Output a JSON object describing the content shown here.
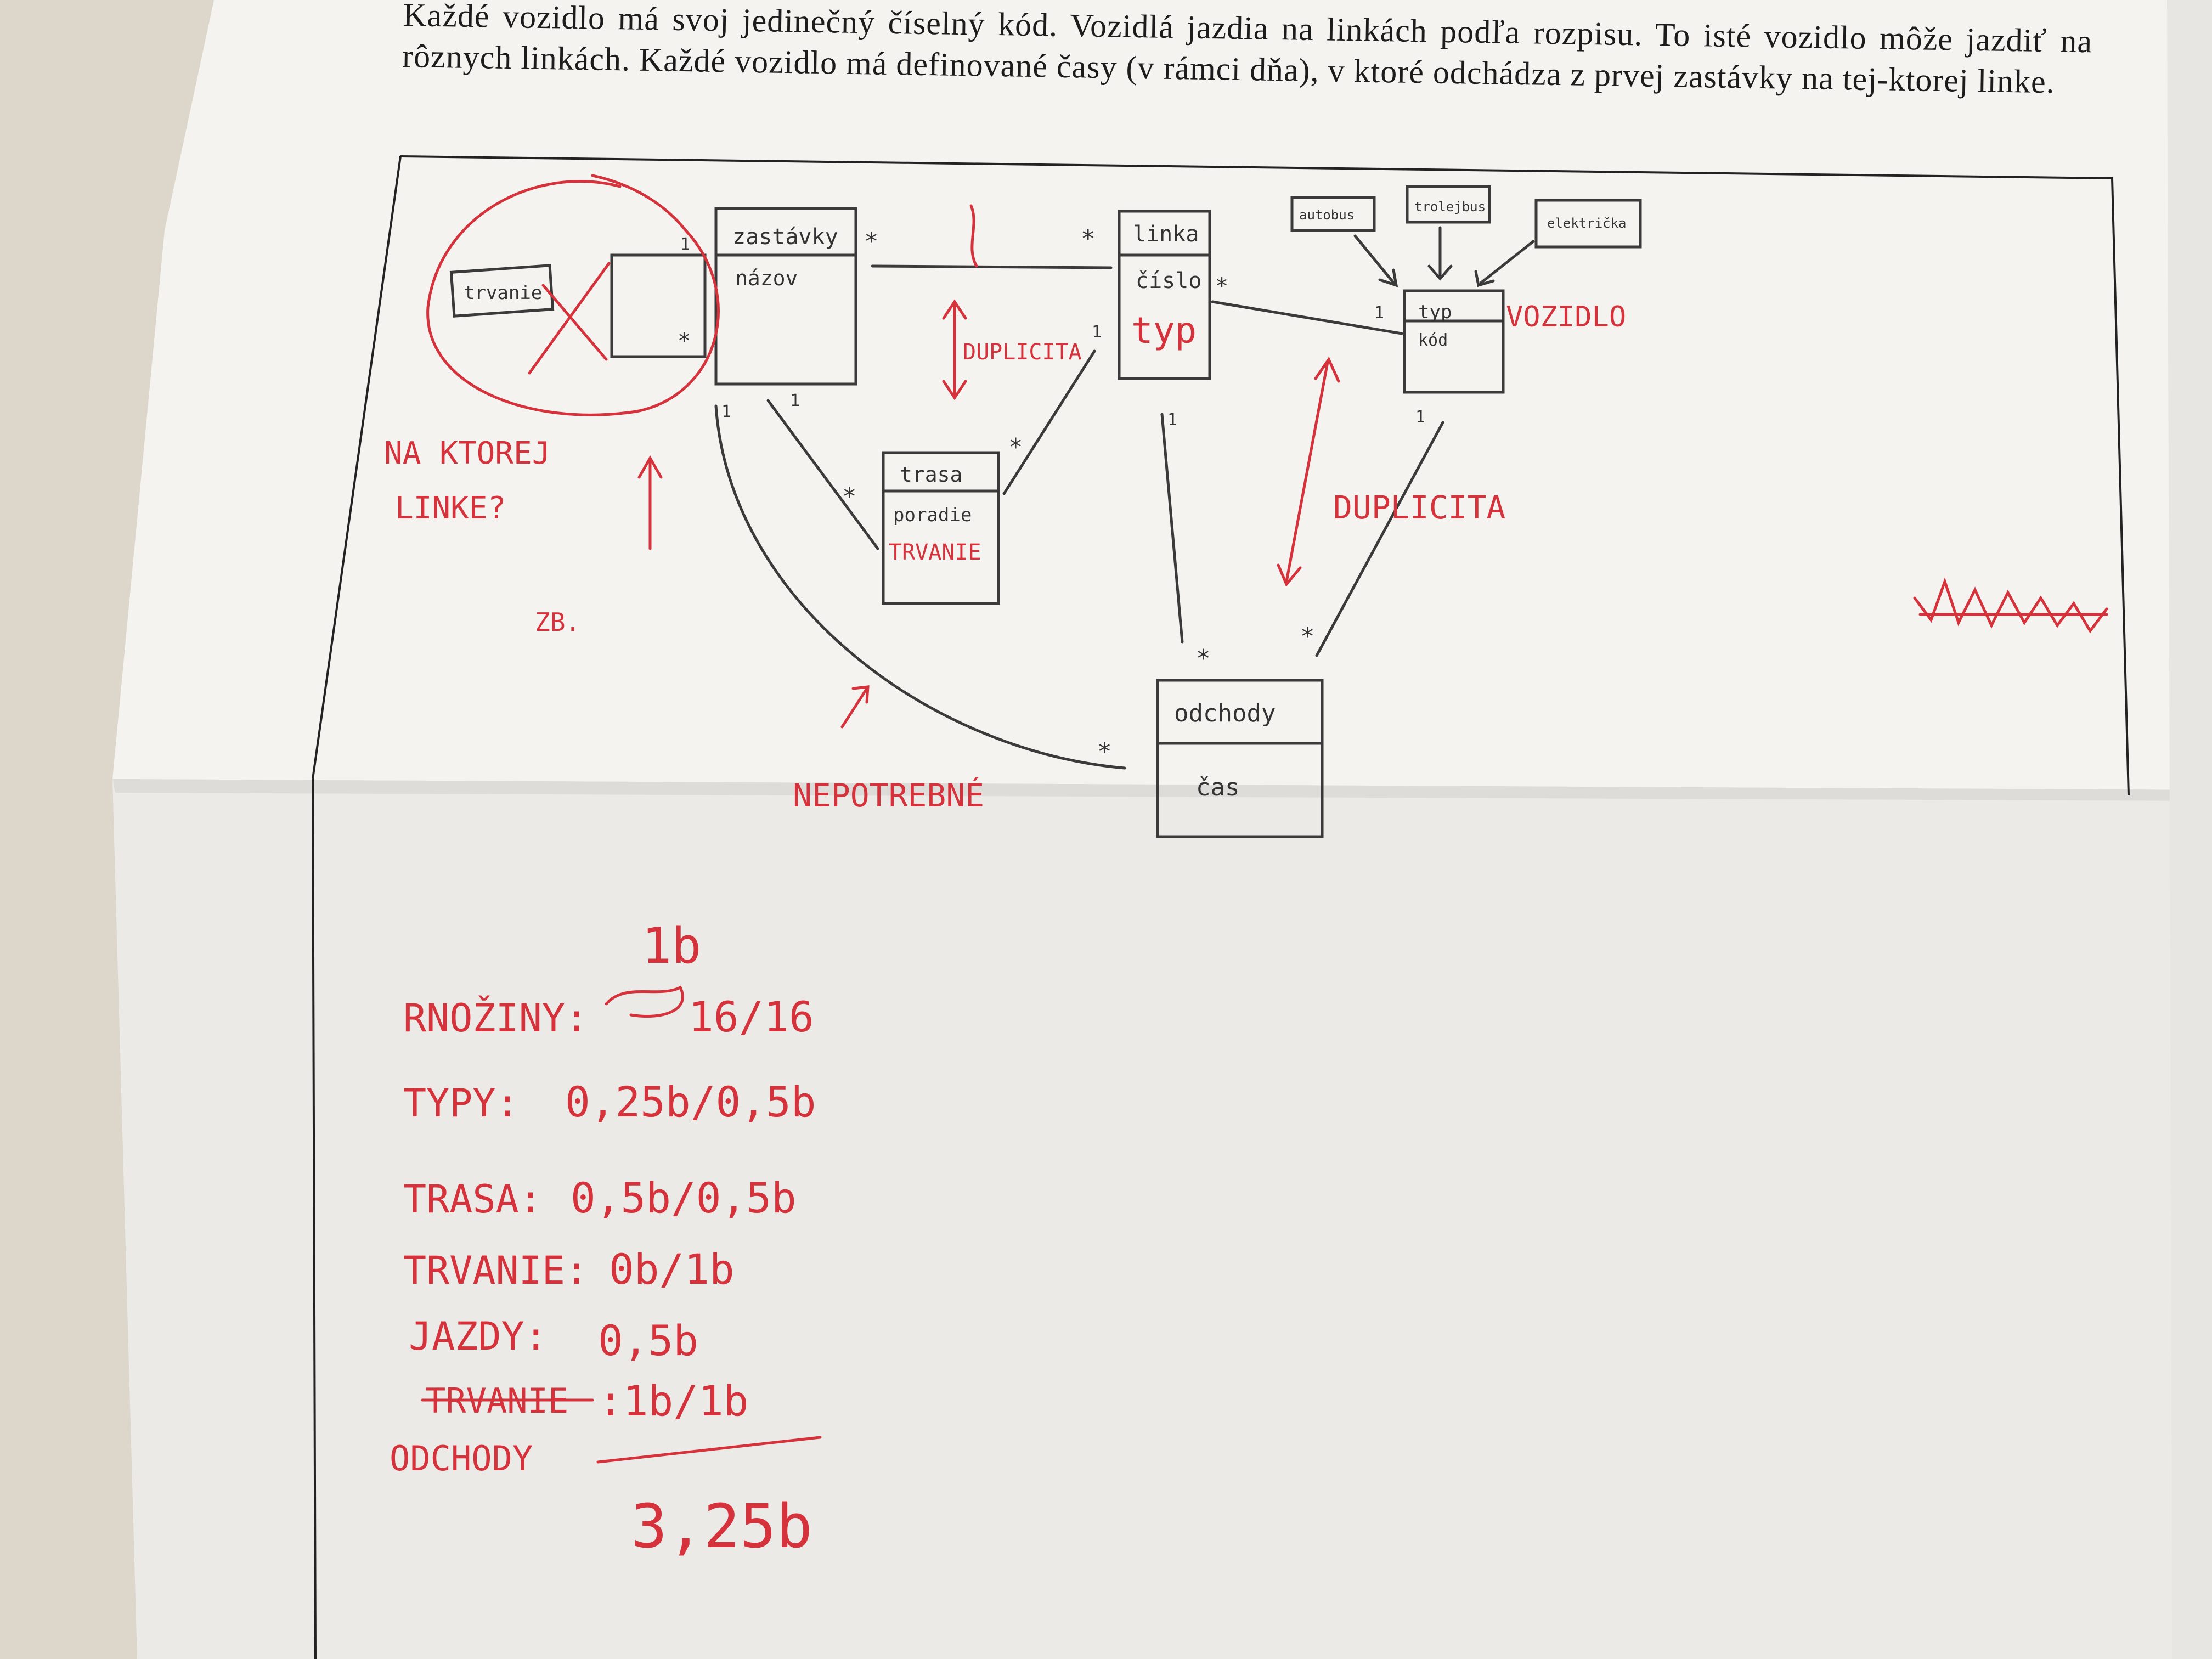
{
  "document": {
    "paragraph": "Každé vozidlo má svoj jedinečný číselný kód. Vozidlá jazdia na linkách podľa rozpisu. To isté vozidlo môže jazdiť na rôznych linkách. Každé vozidlo má definované časy (v rámci dňa), v ktoré odchádza z prvej zastávky na tej-ktorej linke."
  },
  "diagram": {
    "trvanie": "trvanie",
    "zastavky": {
      "name": "zastávky",
      "attr": "názov"
    },
    "linka": {
      "name": "linka",
      "attr": "číslo",
      "attr_red": "typ"
    },
    "vozidlo": {
      "name": "typ",
      "attr": "kód",
      "label_red": "VOZIDLO"
    },
    "trasa": {
      "name": "trasa",
      "attr1": "poradie",
      "attr2_red": "TRVANIE"
    },
    "odchody": {
      "name": "odchody",
      "attr": "čas"
    },
    "subtypes": [
      "autobus",
      "trolejbus",
      "električka"
    ],
    "mult_one": "1",
    "mult_many": "*",
    "ann_duplicita1": "DUPLICITA",
    "ann_duplicita2": "DUPLICITA",
    "ann_na_ktorej": [
      "NA KTOREJ",
      "LINKE?"
    ],
    "ann_zb": "ZB.",
    "ann_nepotrebne": "NEPOTREBNÉ"
  },
  "grading": {
    "rows": [
      {
        "label": "RNOŽINY:",
        "value": "16/16"
      },
      {
        "label": "TYPY:",
        "value": "0,25b/0,5b"
      },
      {
        "label": "TRASA:",
        "value": "0,5b/0,5b"
      },
      {
        "label": "TRVANIE:",
        "value": "0b/1b"
      },
      {
        "label": "JAZDY:",
        "value": "0,5b"
      },
      {
        "label": "TRVANIE",
        "value": ":1b/1b"
      },
      {
        "label": "ODCHODY",
        "value": ""
      }
    ],
    "above": "1b",
    "total": "3,25b"
  }
}
